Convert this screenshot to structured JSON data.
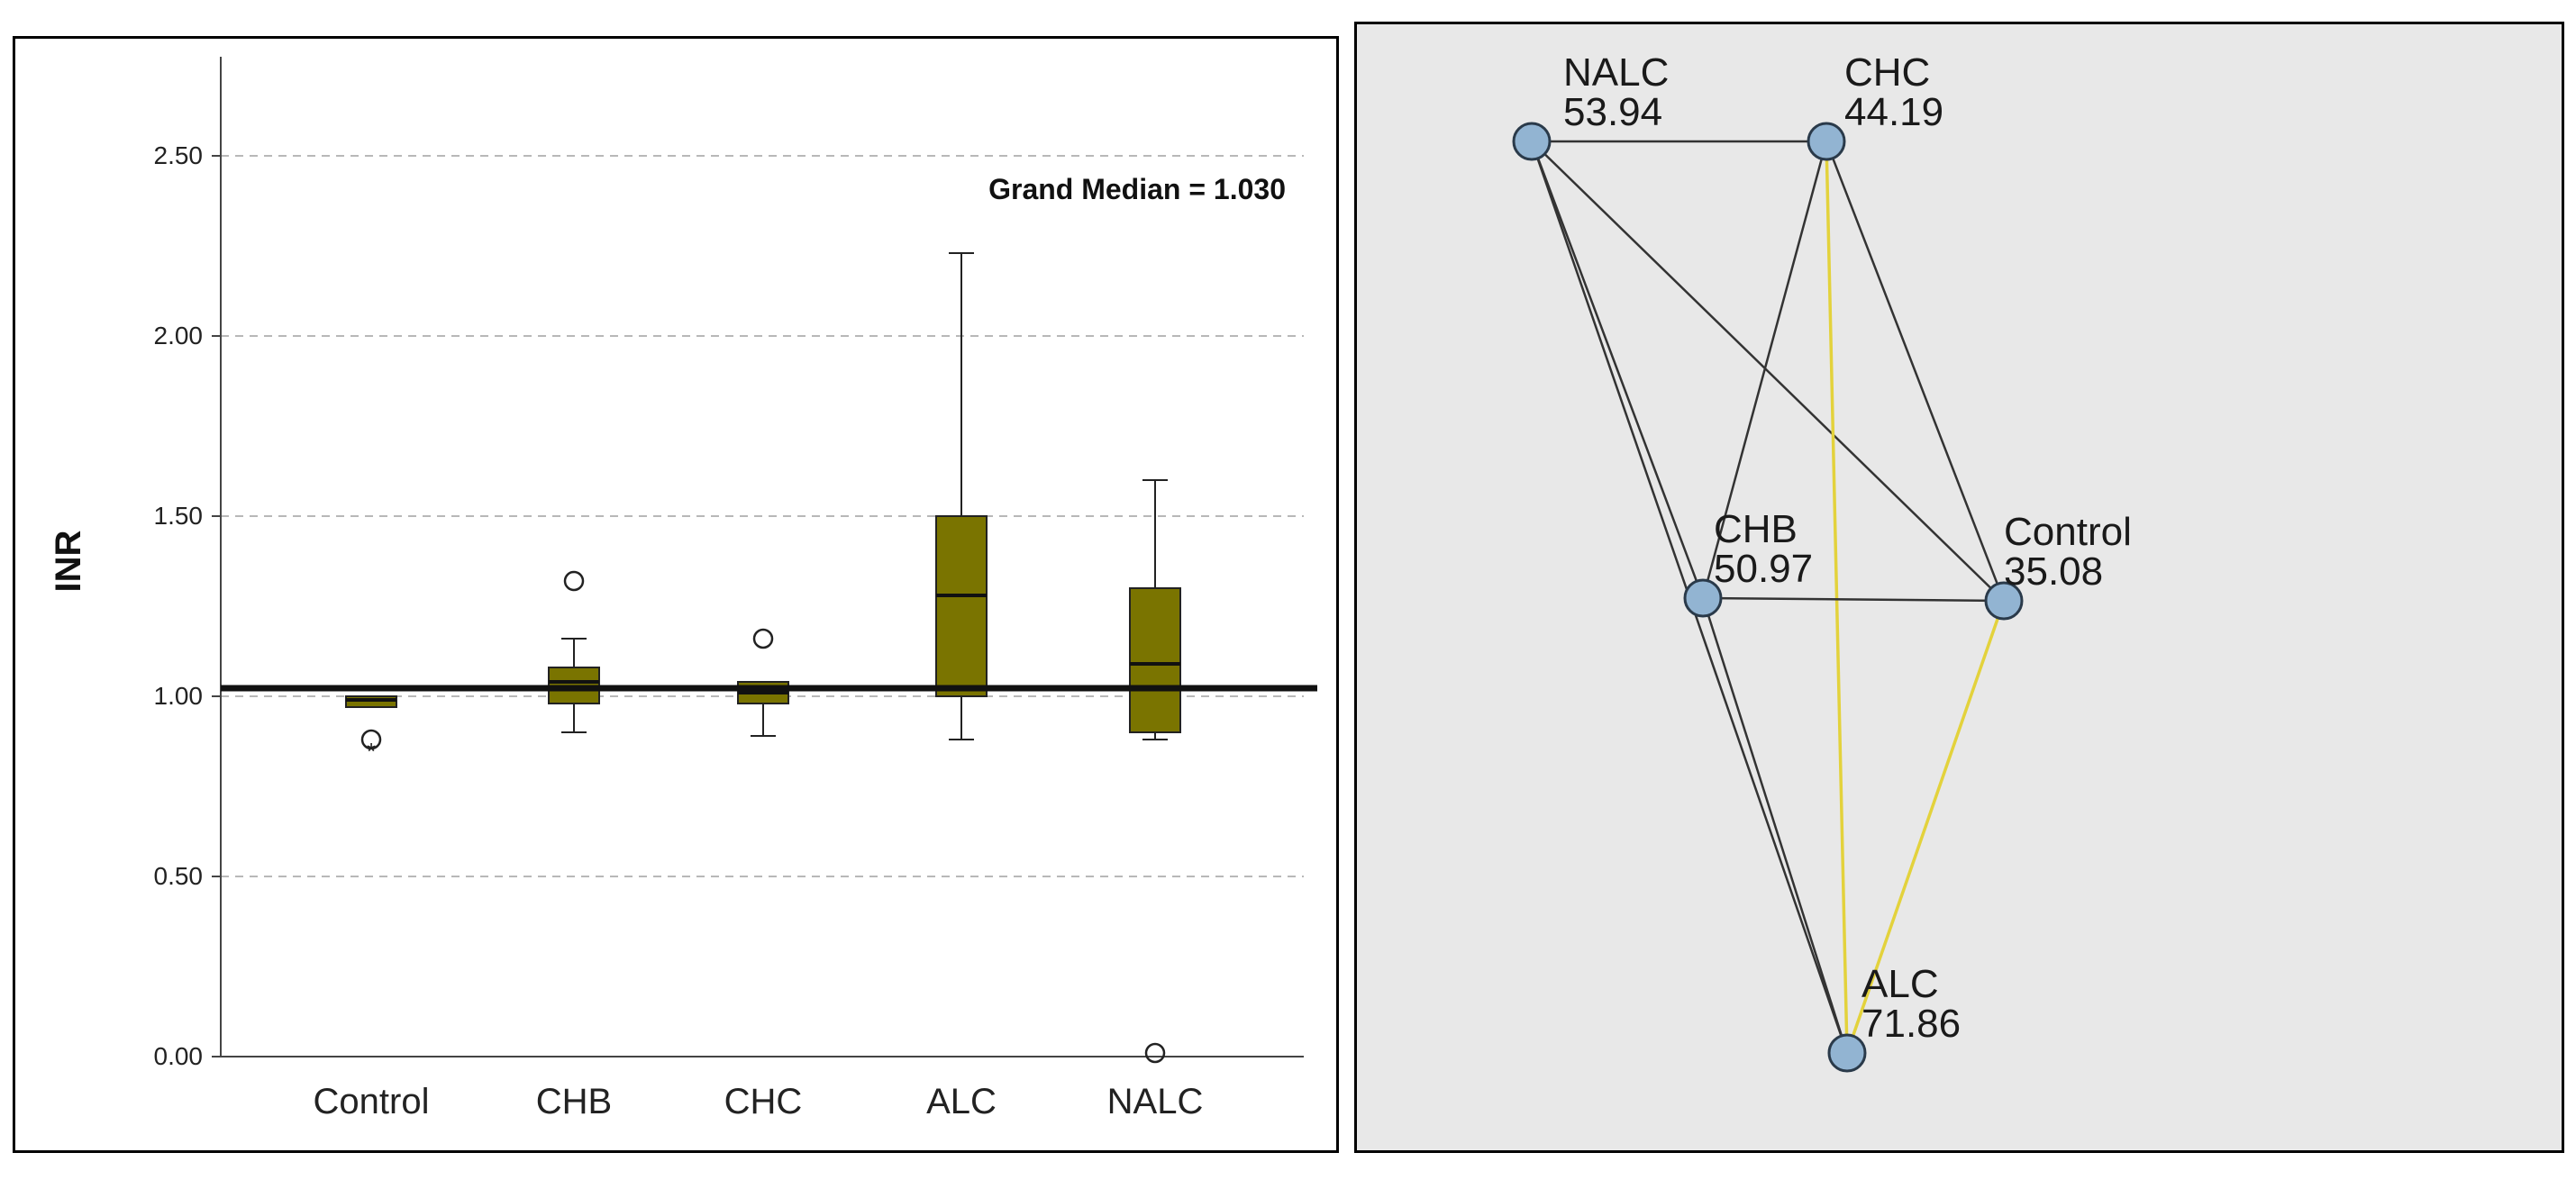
{
  "chart_data": [
    {
      "type": "box",
      "ylabel": "INR",
      "xlabel": "",
      "ylim": [
        0,
        2.78
      ],
      "yticks": [
        "0.00",
        "0.50",
        "1.00",
        "1.50",
        "2.00",
        "2.50"
      ],
      "categories": [
        "Control",
        "CHB",
        "CHC",
        "ALC",
        "NALC"
      ],
      "grid": true,
      "annotation": "Grand Median = 1.030",
      "grand_median": 1.03,
      "box_color": "#7a7400",
      "boxes": [
        {
          "category": "Control",
          "min": 0.97,
          "q1": 0.97,
          "median": 0.99,
          "q3": 1.0,
          "max": 1.0,
          "outliers": [
            0.88
          ],
          "extremes": [
            0.85
          ]
        },
        {
          "category": "CHB",
          "min": 0.9,
          "q1": 0.98,
          "median": 1.04,
          "q3": 1.08,
          "max": 1.16,
          "outliers": [
            1.32
          ],
          "extremes": []
        },
        {
          "category": "CHC",
          "min": 0.89,
          "q1": 0.98,
          "median": 1.01,
          "q3": 1.04,
          "max": 1.04,
          "outliers": [
            1.16
          ],
          "extremes": []
        },
        {
          "category": "ALC",
          "min": 0.88,
          "q1": 1.0,
          "median": 1.28,
          "q3": 1.5,
          "max": 2.23,
          "outliers": [],
          "extremes": []
        },
        {
          "category": "NALC",
          "min": 0.88,
          "q1": 0.9,
          "median": 1.09,
          "q3": 1.3,
          "max": 1.6,
          "outliers": [
            0.01
          ],
          "extremes": []
        }
      ]
    },
    {
      "type": "network",
      "nodes": [
        {
          "name": "NALC",
          "value": "53.94"
        },
        {
          "name": "CHC",
          "value": "44.19"
        },
        {
          "name": "CHB",
          "value": "50.97"
        },
        {
          "name": "Control",
          "value": "35.08"
        },
        {
          "name": "ALC",
          "value": "71.86"
        }
      ],
      "edges": [
        {
          "from": "NALC",
          "to": "CHC",
          "highlight": false
        },
        {
          "from": "NALC",
          "to": "CHB",
          "highlight": false
        },
        {
          "from": "NALC",
          "to": "ALC",
          "highlight": false
        },
        {
          "from": "NALC",
          "to": "Control",
          "highlight": false
        },
        {
          "from": "CHC",
          "to": "CHB",
          "highlight": false
        },
        {
          "from": "CHC",
          "to": "Control",
          "highlight": false
        },
        {
          "from": "CHC",
          "to": "ALC",
          "highlight": true
        },
        {
          "from": "CHB",
          "to": "Control",
          "highlight": false
        },
        {
          "from": "CHB",
          "to": "ALC",
          "highlight": false
        },
        {
          "from": "Control",
          "to": "ALC",
          "highlight": true
        }
      ],
      "node_color": "#92b4d2",
      "edge_color": "#333333",
      "highlight_color": "#e3d23c"
    }
  ]
}
